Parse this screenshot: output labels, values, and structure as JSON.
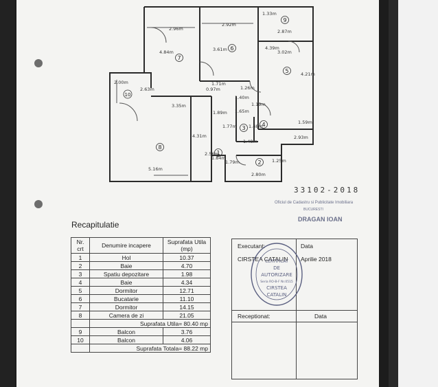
{
  "plan": {
    "id_number": "33102-2018",
    "dimensions": [
      "2.96m",
      "2.92m",
      "1.33m",
      "2.87m",
      "4.84m",
      "3.61m",
      "4.39m",
      "3.02m",
      "4.21m",
      "2.00m",
      "2.63m",
      "0.97m",
      "1.71m",
      "1.26m",
      "1.40m",
      "1.19m",
      "3.35m",
      "1.89m",
      "1.65m",
      "1.77m",
      "1.48m",
      "1.48m",
      "1.59m",
      "2.93m",
      "4.31m",
      "2.56m",
      "1.84m",
      "1.79m",
      "1.25m",
      "2.80m",
      "5.16m"
    ],
    "room_numbers": [
      "1",
      "2",
      "3",
      "4",
      "5",
      "6",
      "7",
      "8",
      "9",
      "10"
    ]
  },
  "stamp_top": {
    "line1": "Oficiul de Cadastru si Publicitate Imobiliara",
    "line2": "BUCURESTI",
    "line3": "DRAGAN IOAN"
  },
  "recap": {
    "title": "Recapitulatie",
    "headers": {
      "nr": "Nr. crt",
      "name": "Denumire incapere",
      "area": "Suprafata Utila (mp)"
    },
    "rows": [
      {
        "nr": "1",
        "name": "Hol",
        "area": "10.37"
      },
      {
        "nr": "2",
        "name": "Baie",
        "area": "4.70"
      },
      {
        "nr": "3",
        "name": "Spatiu depozitare",
        "area": "1.98"
      },
      {
        "nr": "4",
        "name": "Baie",
        "area": "4.34"
      },
      {
        "nr": "5",
        "name": "Dormitor",
        "area": "12.71"
      },
      {
        "nr": "6",
        "name": "Bucatarie",
        "area": "11.10"
      },
      {
        "nr": "7",
        "name": "Dormitor",
        "area": "14.15"
      },
      {
        "nr": "8",
        "name": "Camera de zi",
        "area": "21.05"
      }
    ],
    "subtotal_label": "Suprafata Utila=",
    "subtotal_value": "80.40 mp",
    "balcony_rows": [
      {
        "nr": "9",
        "name": "Balcon",
        "area": "3.76"
      },
      {
        "nr": "10",
        "name": "Balcon",
        "area": "4.06"
      }
    ],
    "total_label": "Suprafata Totala=",
    "total_value": "88.22 mp"
  },
  "exec": {
    "executant_label": "Executant:",
    "executant_name": "CIRSTEA CATALIN",
    "data_label": "Data",
    "data_value": "Aprilie 2018",
    "receptionat_label": "Receptionat:",
    "data2_label": "Data"
  },
  "seal": {
    "top": "CERTIFICAT",
    "de": "DE",
    "aut": "AUTORIZARE",
    "serie": "Seria RO-B-F Nr.0515",
    "name1": "CIRSTEA",
    "name2": "CATALIN"
  }
}
